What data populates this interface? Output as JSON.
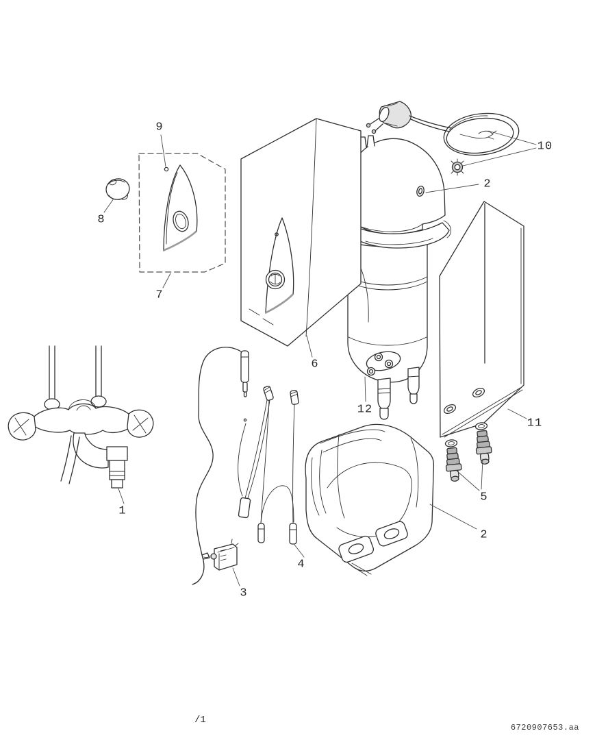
{
  "drawing": {
    "page_indicator": "/1",
    "drawing_number": "6720907653.aa"
  },
  "callouts": {
    "item1": "1",
    "item2_top": "2",
    "item2_bottom": "2",
    "item3": "3",
    "item4": "4",
    "item5": "5",
    "item6": "6",
    "item7": "7",
    "item8": "8",
    "item9": "9",
    "item10": "10",
    "item11": "11",
    "item12": "12"
  }
}
